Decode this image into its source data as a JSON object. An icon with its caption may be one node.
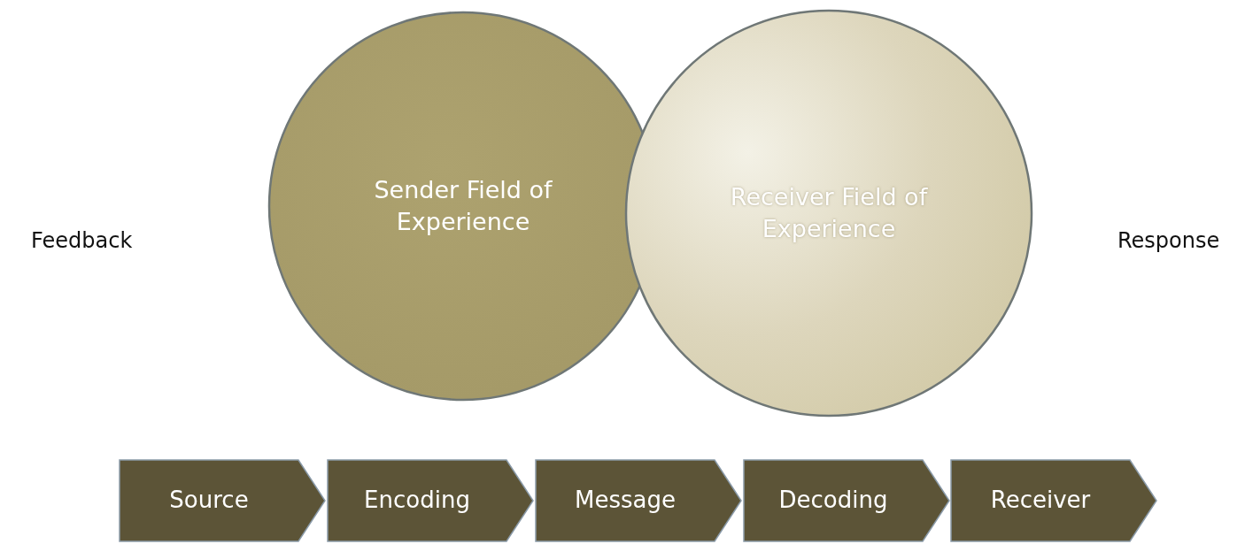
{
  "diagram": {
    "nodes": [
      {
        "text": [
          "Sender Field of Experience"
        ]
      },
      {
        "text": [
          "Receiver Field of Experience"
        ]
      },
      {
        "text": [
          "Source"
        ]
      },
      {
        "text": [
          "Encoding"
        ]
      },
      {
        "text": [
          "Message"
        ]
      },
      {
        "text": [
          "Decoding"
        ]
      },
      {
        "text": [
          "Receiver"
        ]
      }
    ],
    "labels": [
      "Feedback",
      "Response"
    ]
  }
}
